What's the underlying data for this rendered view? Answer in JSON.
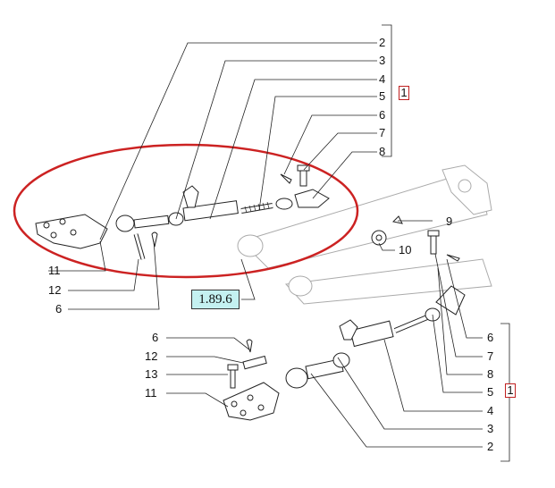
{
  "diagram": {
    "reference_tag": "1.89.6",
    "group_marker": "1",
    "top_callouts": [
      "2",
      "3",
      "4",
      "5",
      "6",
      "7",
      "8"
    ],
    "left_callouts": [
      "11",
      "12",
      "6"
    ],
    "side_callouts": [
      "9",
      "10"
    ],
    "bottom_right_callouts": [
      "6",
      "7",
      "8",
      "5",
      "4",
      "3",
      "2"
    ],
    "bottom_left_callouts": [
      "6",
      "12",
      "13",
      "11"
    ],
    "highlight_color": "#cc2222",
    "tag_color": "#c4f1f1"
  }
}
